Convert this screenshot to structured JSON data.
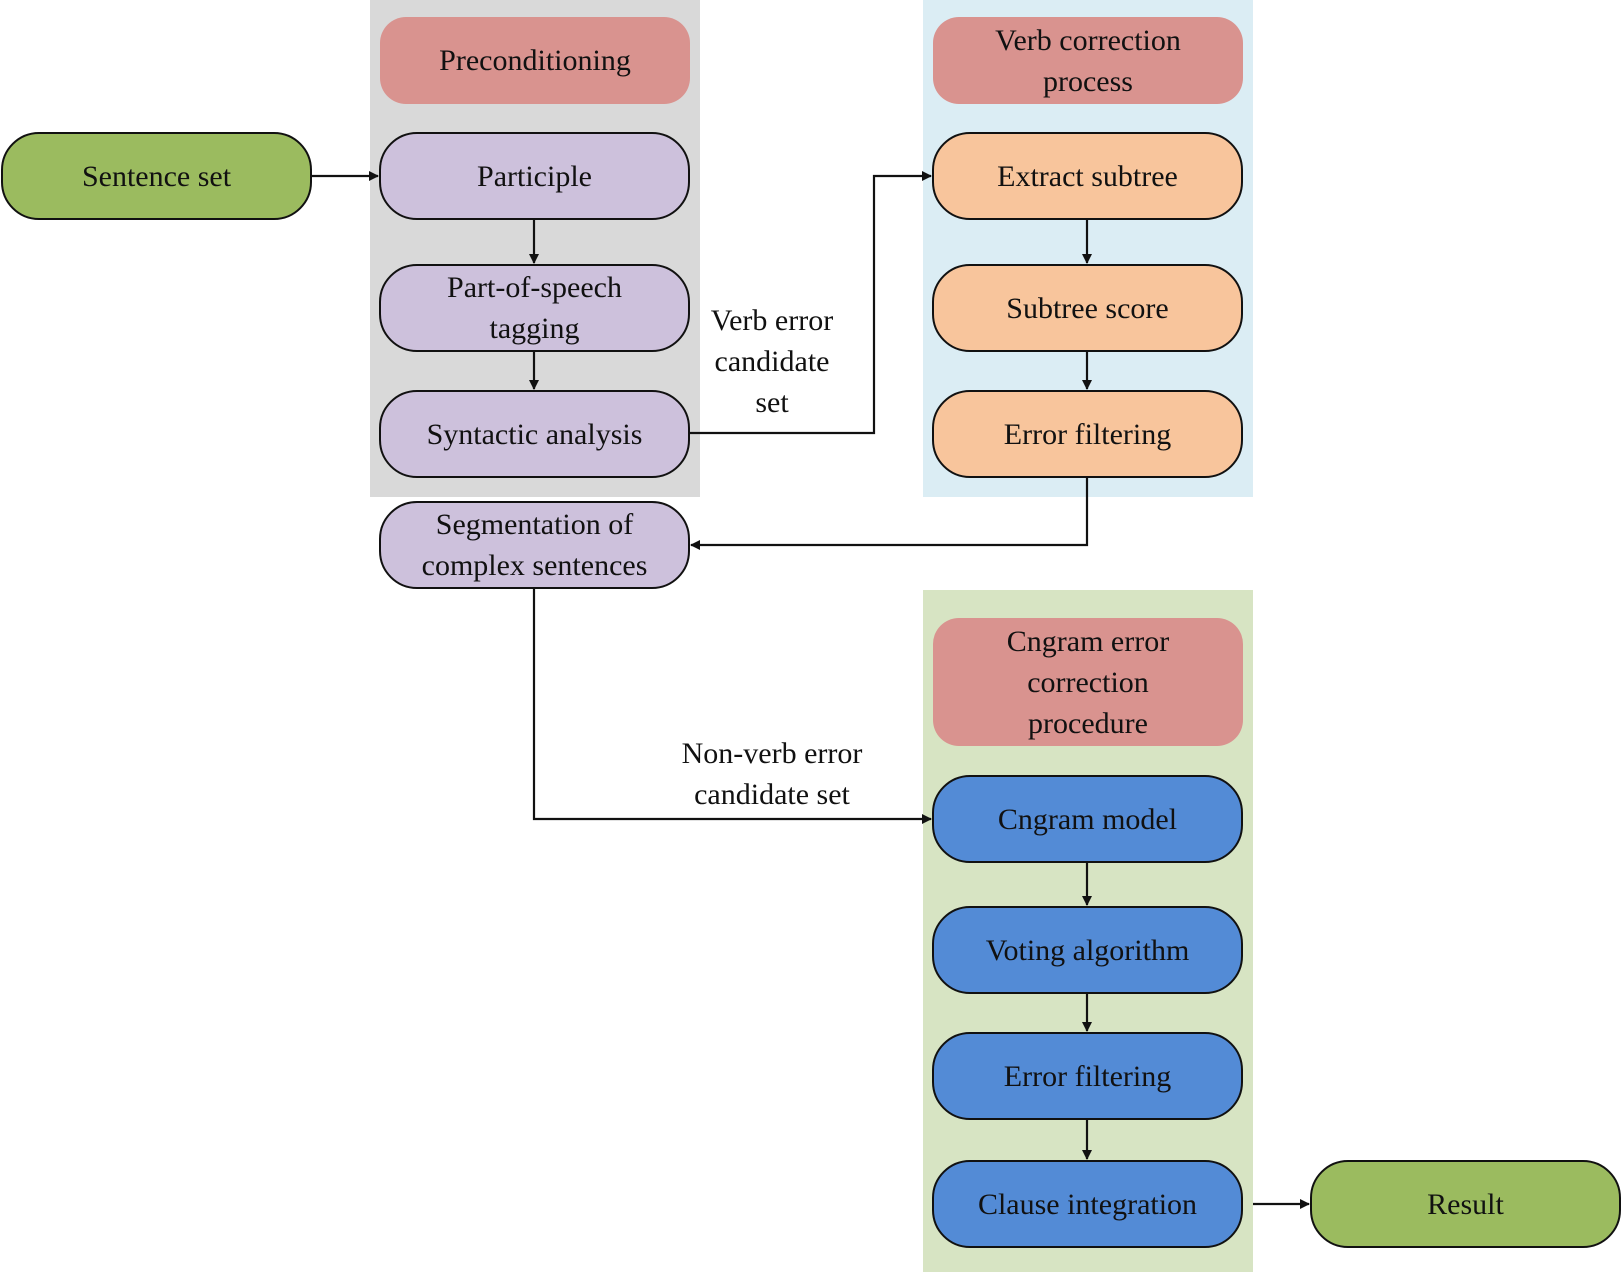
{
  "panels": {
    "preconditioning": {
      "header": "Preconditioning"
    },
    "verb_correction": {
      "header": "Verb correction process"
    },
    "cngram_correction": {
      "header": "Cngram error correction procedure"
    }
  },
  "nodes": {
    "sentence_set": "Sentence set",
    "participle": "Participle",
    "pos_tagging": "Part-of-speech tagging",
    "syntactic_analysis": "Syntactic analysis",
    "segmentation": "Segmentation of complex sentences",
    "extract_subtree": "Extract subtree",
    "subtree_score": "Subtree score",
    "verb_error_filtering": "Error filtering",
    "cngram_model": "Cngram model",
    "voting_algorithm": "Voting algorithm",
    "cngram_error_filtering": "Error filtering",
    "clause_integration": "Clause integration",
    "result": "Result"
  },
  "edge_labels": {
    "verb_candidates": "Verb error\ncandidate\nset",
    "nonverb_candidates": "Non-verb error\ncandidate set"
  },
  "colors": {
    "panel_preconditioning": "#d9d9d9",
    "panel_verb": "#dbedf4",
    "panel_cngram": "#d7e4c3",
    "header": "#d9938f",
    "io_node": "#9bbb5f",
    "preconditioning_node": "#cdc1dc",
    "verb_node": "#f8c59c",
    "cngram_node": "#538bd6",
    "line": "#111111"
  }
}
